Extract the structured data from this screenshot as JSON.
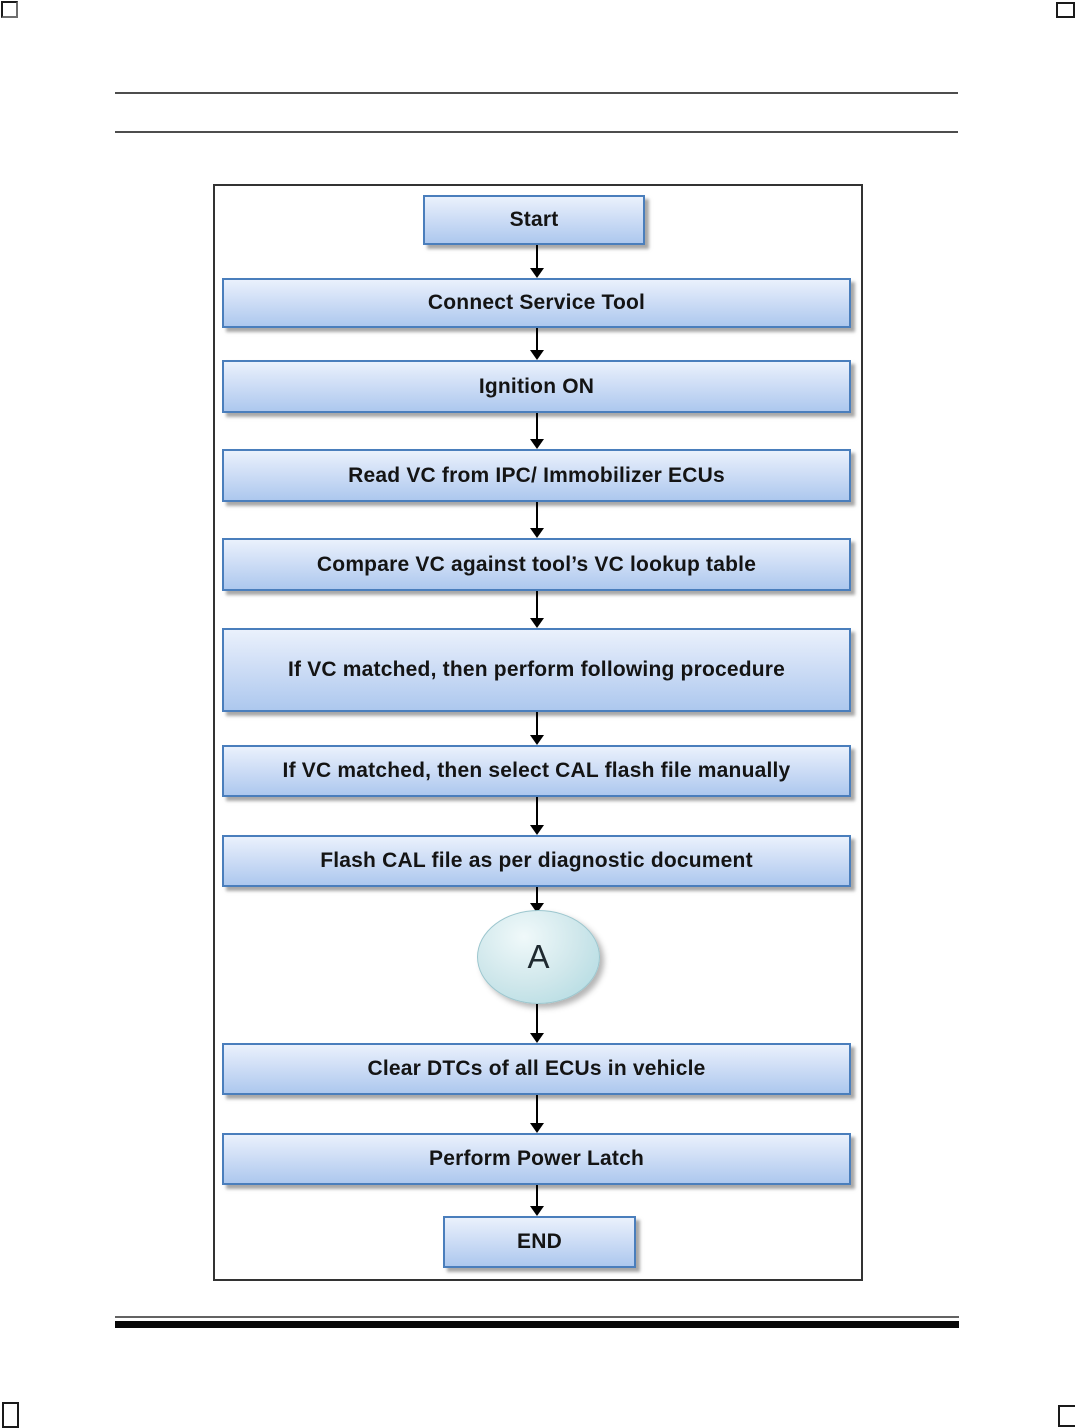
{
  "page_marks": {
    "top_left": "crop-square-icon",
    "top_right": "crop-square-icon",
    "bottom_left": "crop-square-icon",
    "bottom_right": "crop-square-icon"
  },
  "flowchart": {
    "nodes": [
      {
        "id": "start",
        "type": "process-box",
        "label": "Start"
      },
      {
        "id": "connect-service-tool",
        "type": "process-box",
        "label": "Connect Service Tool"
      },
      {
        "id": "ignition-on",
        "type": "process-box",
        "label": "Ignition ON"
      },
      {
        "id": "read-vc",
        "type": "process-box",
        "label": "Read VC from IPC/ Immobilizer ECUs"
      },
      {
        "id": "compare-vc",
        "type": "process-box",
        "label": "Compare VC against tool’s VC lookup table"
      },
      {
        "id": "vc-matched-perform",
        "type": "process-box",
        "label": "If VC matched, then perform following procedure"
      },
      {
        "id": "vc-matched-select",
        "type": "process-box",
        "label": "If VC matched, then select CAL flash file manually"
      },
      {
        "id": "flash-cal-file",
        "type": "process-box",
        "label": "Flash CAL file as per diagnostic document"
      },
      {
        "id": "connector-a",
        "type": "connector-circle",
        "label": "A"
      },
      {
        "id": "clear-dtcs",
        "type": "process-box",
        "label": "Clear DTCs of all ECUs in vehicle"
      },
      {
        "id": "perform-power-latch",
        "type": "process-box",
        "label": "Perform Power Latch"
      },
      {
        "id": "end",
        "type": "process-box",
        "label": "END"
      }
    ],
    "colors": {
      "frame_border": "#333333",
      "box_border": "#4a7ebc",
      "box_gradient_top": "#eaf1fc",
      "box_gradient_bottom": "#adc8ee",
      "ellipse_fill": "#cfe7eb",
      "ellipse_rim": "#9fd0d8",
      "arrow": "#000000"
    }
  }
}
